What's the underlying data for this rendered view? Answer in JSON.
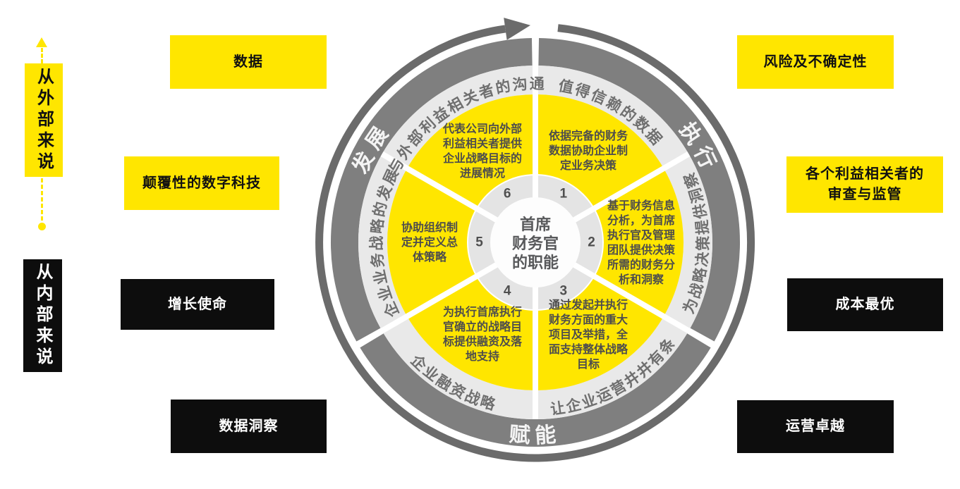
{
  "colors": {
    "brand_yellow": "#ffe600",
    "black_box": "#0d0d0d",
    "ring_dark_gray": "#7f7f7f",
    "ring_light_gray": "#e9e9e9",
    "hub_gray": "#e4e4e4",
    "arrow_gray": "#6b6b6b",
    "wedge_text_gray": "#4d4d4d",
    "ring_text_gray": "#6f6f6f",
    "phase_text": "#f4f4f4",
    "center_text_gray": "#58595b"
  },
  "side_labels": {
    "external": "从外部来说",
    "internal": "从内部来说"
  },
  "external_boxes": [
    {
      "label": "数据"
    },
    {
      "label": "颠覆性的数字科技"
    },
    {
      "label": "风险及不确定性"
    },
    {
      "label": "各个利益相关者的\n审查与监管"
    }
  ],
  "internal_boxes": [
    {
      "label": "增长使命"
    },
    {
      "label": "数据洞察"
    },
    {
      "label": "成本最优"
    },
    {
      "label": "运营卓越"
    }
  ],
  "wheel": {
    "center_label": "首席\n财务官\n的职能",
    "phases": [
      {
        "label": "发展"
      },
      {
        "label": "执行"
      },
      {
        "label": "赋能"
      }
    ],
    "segments": [
      {
        "number": "1",
        "ring_label": "值得信赖的数据",
        "text": "依据完备的财务\n数据协助企业制\n定业务决策"
      },
      {
        "number": "2",
        "ring_label": "为战略决策提供洞察",
        "text": "基于财务信息\n分析，为首席\n执行官及管理\n团队提供决策\n所需的财务分\n析和洞察"
      },
      {
        "number": "3",
        "ring_label": "让企业运营井井有条",
        "text": "通过发起并执行\n财务方面的重大\n项目及举措，全\n面支持整体战略\n目标"
      },
      {
        "number": "4",
        "ring_label": "企业融资战略",
        "text": "为执行首席执行\n官确立的战略目\n标提供融资及落\n地支持"
      },
      {
        "number": "5",
        "ring_label": "企业业务战略的发展",
        "text": "协助组织制\n定并定义总\n体策略"
      },
      {
        "number": "6",
        "ring_label": "与外部利益相关者的沟通",
        "text": "代表公司向外部\n利益相关者提供\n企业战略目标的\n进展情况"
      }
    ]
  }
}
